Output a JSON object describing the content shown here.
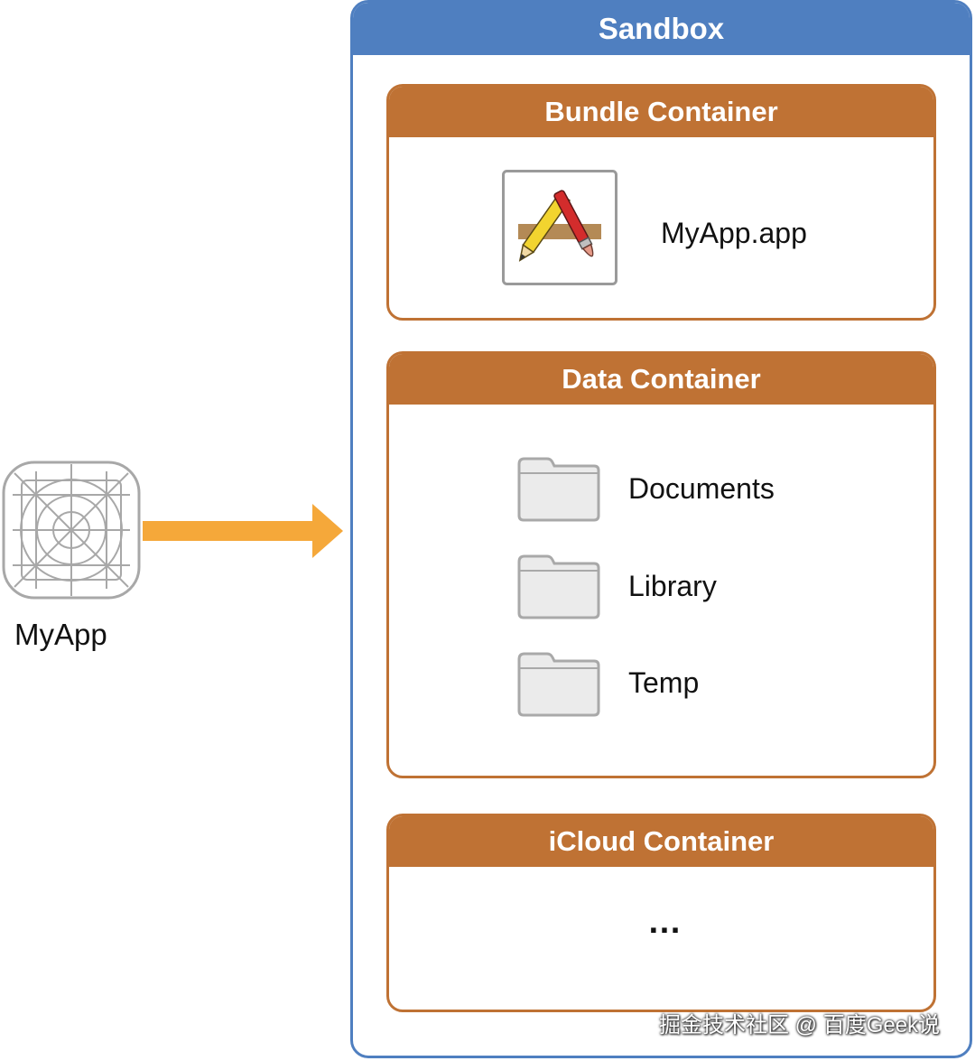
{
  "app": {
    "label": "MyApp",
    "icon": "ios-app-grid-icon"
  },
  "arrow": {
    "color": "#f5a83a"
  },
  "sandbox": {
    "title": "Sandbox",
    "color": "#4f7fc0"
  },
  "containers": {
    "bundle": {
      "title": "Bundle Container",
      "item": {
        "label": "MyApp.app",
        "icon": "app-store-icon"
      }
    },
    "data": {
      "title": "Data Container",
      "folders": [
        {
          "label": "Documents",
          "icon": "folder-icon"
        },
        {
          "label": "Library",
          "icon": "folder-icon"
        },
        {
          "label": "Temp",
          "icon": "folder-icon"
        }
      ]
    },
    "icloud": {
      "title": "iCloud Container",
      "content": "…"
    },
    "color": "#bf7234"
  },
  "watermark": "掘金技术社区 @ 百度Geek说"
}
